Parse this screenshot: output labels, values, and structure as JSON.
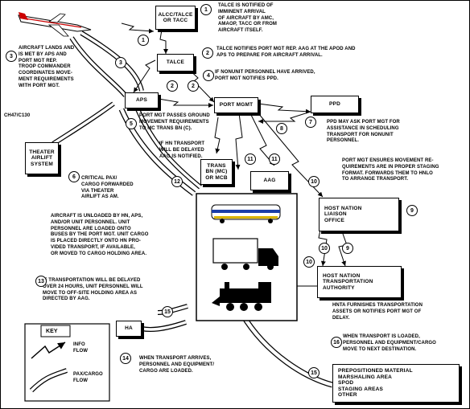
{
  "boxes": {
    "alcc": "ALCC/TALCE\nOR TACC",
    "talce": "TALCE",
    "aps": "APS",
    "port_mgmt": "PORT MGMT",
    "ppd": "PPD",
    "theater": "THEATER\nAIRLIFT\nSYSTEM",
    "trans_bn": "TRANS\nBN (MC)\nOR MCB",
    "aag": "AAG",
    "host_liaison": "HOST NATION\nLIAISON\nOFFICE",
    "host_auth": "HOST NATION\nTRANSPORTATION\nAUTHORITY",
    "ha": "HA",
    "prepositioned": "PREPOSITIONED MATERIAL\nMARSHALING AREA\nSPOD\nSTAGING AREAS\nOTHER"
  },
  "labels": {
    "ch47": "CH47/C130"
  },
  "notes": {
    "n1": "TALCE IS NOTIFIED OF\nIMMINENT ARRIVAL\nOF AIRCRAFT BY AMC,\nAMAOP, TACC OR FROM\nAIRCRAFT ITSELF.",
    "n2": "TALCE NOTIFIES PORT MGT REP. AAG AT THE APOD AND\nAPS TO PREPARE FOR AIRCRAFT ARRIVAL.",
    "n3": "AIRCRAFT LANDS AND\nIS MET BY APS AND\nPORT MGT REP.\nTROOP COMMANDER\nCOORDINATES MOVE-\nMENT REQUIREMENTS\nWITH PORT MGT.",
    "n4": "IF NONUNIT PERSONNEL HAVE ARRIVED,\nPORT MGT NOTIFIES PPD.",
    "n5": "PORT MGT PASSES GROUND\nMOVEMENT REQUIREMENTS\nTO MC TRANS BN (C).",
    "n6": "CRITICAL PAX/\nCARGO FORWARDED\nVIA THEATER\nAIRLIFT AS AM.",
    "n7": "PPD MAY ASK PORT MGT FOR\nASSISTANCE IN SCHEDULING\nTRANSPORT FOR NONUNIT\nPERSONNEL.",
    "n8": "PORT MGT ENSURES MOVEMENT RE-\nQUIREMENTS ARE IN PROPER STAGING\nFORMAT. FORWARDS THEM TO HNLO\nTO ARRANGE TRANSPORT.",
    "n11": "IF HN TRANSPORT\nWILL BE DELAYED\nAAG IS NOTIFIED.",
    "n12": "AIRCRAFT IS UNLOADED BY HN, APS,\nAND/OR UNIT PERSONNEL. UNIT\nPERSONNEL ARE LOADED ONTO\nBUSES BY THE PORT MGT. UNIT CARGO\nIS PLACED DIRECTLY ONTO HN PRO-\nVIDED TRANSPORT, IF AVAILABLE,\nOR MOVED TO CARGO HOLDING AREA.",
    "n13": "IF TRANSPORTATION WILL BE DELAYED\nOVER 24 HOURS, UNIT PERSONNEL WILL\nMOVE TO OFF-SITE HOLDING AREA AS\nDIRECTED BY AAG.",
    "n10": "HNTA FURNISHES TRANSPORTATION\nASSETS OR NOTIFIES PORT MGT OF\nDELAY.",
    "n14": "WHEN TRANSPORT ARRIVES,\nPERSONNEL AND EQUIPMENT/\nCARGO ARE LOADED.",
    "n15": "WHEN TRANSPORT IS LOADED,\nPERSONNEL AND EQUIPMENT/CARGO\nMOVE TO NEXT DESTINATION."
  },
  "key": {
    "title": "KEY",
    "info": "INFO\nFLOW",
    "pax": "PAX/CARGO\nFLOW"
  },
  "steps": [
    "1",
    "1",
    "2",
    "2",
    "2",
    "3",
    "3",
    "4",
    "5",
    "6",
    "7",
    "8",
    "9",
    "9",
    "10",
    "10",
    "10",
    "11",
    "11",
    "12",
    "13",
    "14",
    "15",
    "15",
    "16"
  ]
}
